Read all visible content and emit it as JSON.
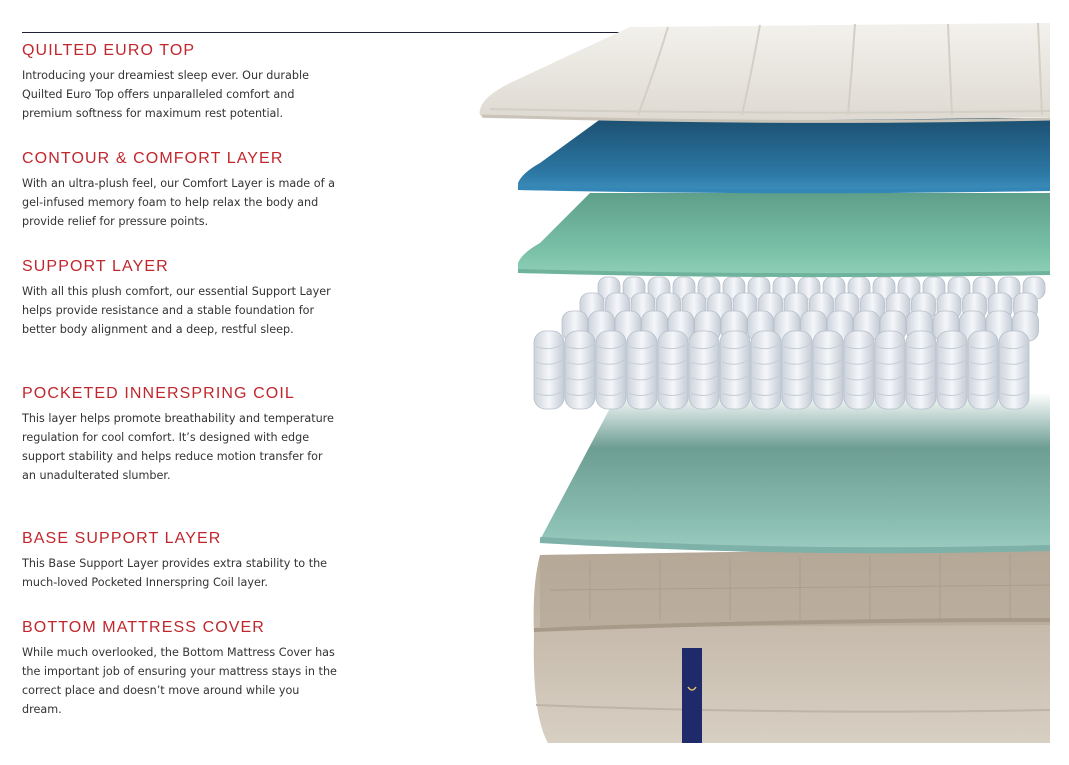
{
  "layers": [
    {
      "title": "QUILTED EURO TOP",
      "description": "Introducing your dreamiest sleep ever. Our durable Quilted Euro Top offers unparalleled comfort and premium softness for maximum rest potential."
    },
    {
      "title": "CONTOUR & COMFORT LAYER",
      "description": "With an ultra-plush feel, our Comfort Layer is made of a gel-infused memory foam to help relax the body and provide relief for pressure points."
    },
    {
      "title": "SUPPORT LAYER",
      "description": "With all this plush comfort, our essential Support Layer helps provide resistance and a stable foundation for better body alignment and a deep, restful sleep."
    },
    {
      "title": "POCKETED INNERSPRING COIL",
      "description": "This layer helps promote breathability and temperature regulation for cool comfort. It’s designed with edge support stability and helps reduce motion transfer for an unadulterated slumber."
    },
    {
      "title": "BASE SUPPORT LAYER",
      "description": "This Base Support Layer provides extra stability to the much-loved Pocketed Innerspring Coil layer."
    },
    {
      "title": "BOTTOM MATTRESS COVER",
      "description": "While much overlooked, the Bottom Mattress Cover has the important job of ensuring your mattress stays in the correct place and doesn’t move around while you dream."
    }
  ],
  "colors": {
    "heading": "#c0272d",
    "body_text": "#333333",
    "pointer": "#1c2138",
    "euro_top": "#ebe8e2",
    "comfort_layer": "#2f7fae",
    "support_layer": "#7ec4ab",
    "coils": "#e3e7ee",
    "base_layer": "#8ebfb4",
    "cover": "#cfc4b6",
    "label_tag": "#1f2a6b"
  }
}
